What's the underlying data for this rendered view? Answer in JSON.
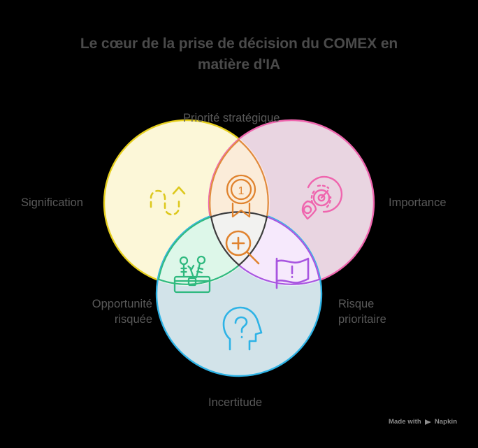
{
  "diagram": {
    "type": "venn-3-circle",
    "title": "Le cœur de la prise de décision du COMEX en matière d'IA",
    "background_color": "#000000",
    "title_color": "#4a4a4a",
    "label_color": "#595959",
    "circles": [
      {
        "id": "signification",
        "label": "Signification",
        "label_position": "left",
        "stroke_color": "#e6cf1e",
        "fill_color": "#fcf7d8",
        "icon": "dashed-wavy-arrow-icon",
        "icon_color": "#ddc81d"
      },
      {
        "id": "importance",
        "label": "Importance",
        "label_position": "right",
        "stroke_color": "#ef65ae",
        "fill_color": "#fde7f4",
        "icon": "target-radar-pin-icon",
        "icon_color": "#ef65ae"
      },
      {
        "id": "incertitude",
        "label": "Incertitude",
        "label_position": "bottom",
        "stroke_color": "#2eb3e6",
        "fill_color": "#e4f6fd",
        "icon": "head-question-mark-icon",
        "icon_color": "#2eb3e6"
      }
    ],
    "intersections": [
      {
        "id": "priorite-strategique",
        "label": "Priorité stratégique",
        "label_position": "top",
        "members": [
          "signification",
          "importance"
        ],
        "stroke_color": "#e08a3c",
        "fill_color": "#fbecd9",
        "icon": "medal-award-icon",
        "icon_color": "#e0832e",
        "icon_text": "1"
      },
      {
        "id": "opportunite-risquee",
        "label": "Opportunité risquée",
        "label_position": "bottom-left",
        "members": [
          "signification",
          "incertitude"
        ],
        "stroke_color": "#2fb97f",
        "fill_color": "#ddf7e9",
        "icon": "toolbox-tools-icon",
        "icon_color": "#2fb97f"
      },
      {
        "id": "risque-prioritaire",
        "label": "Risque prioritaire",
        "label_position": "bottom-right",
        "members": [
          "importance",
          "incertitude"
        ],
        "stroke_color": "#a855e0",
        "fill_color": "#f6e9fc",
        "icon": "flag-exclamation-icon",
        "icon_color": "#a855e0"
      },
      {
        "id": "center-core",
        "label": "",
        "label_position": "center",
        "members": [
          "signification",
          "importance",
          "incertitude"
        ],
        "stroke_color": "#3d3d3d",
        "fill_color": "#f2f2f0",
        "icon": "magnifier-plus-icon",
        "icon_color": "#e0832e"
      }
    ]
  },
  "watermark": {
    "text_prefix": "Made with",
    "brand": "Napkin",
    "icon": "napkin-play-icon",
    "color": "#8d8d8d"
  }
}
